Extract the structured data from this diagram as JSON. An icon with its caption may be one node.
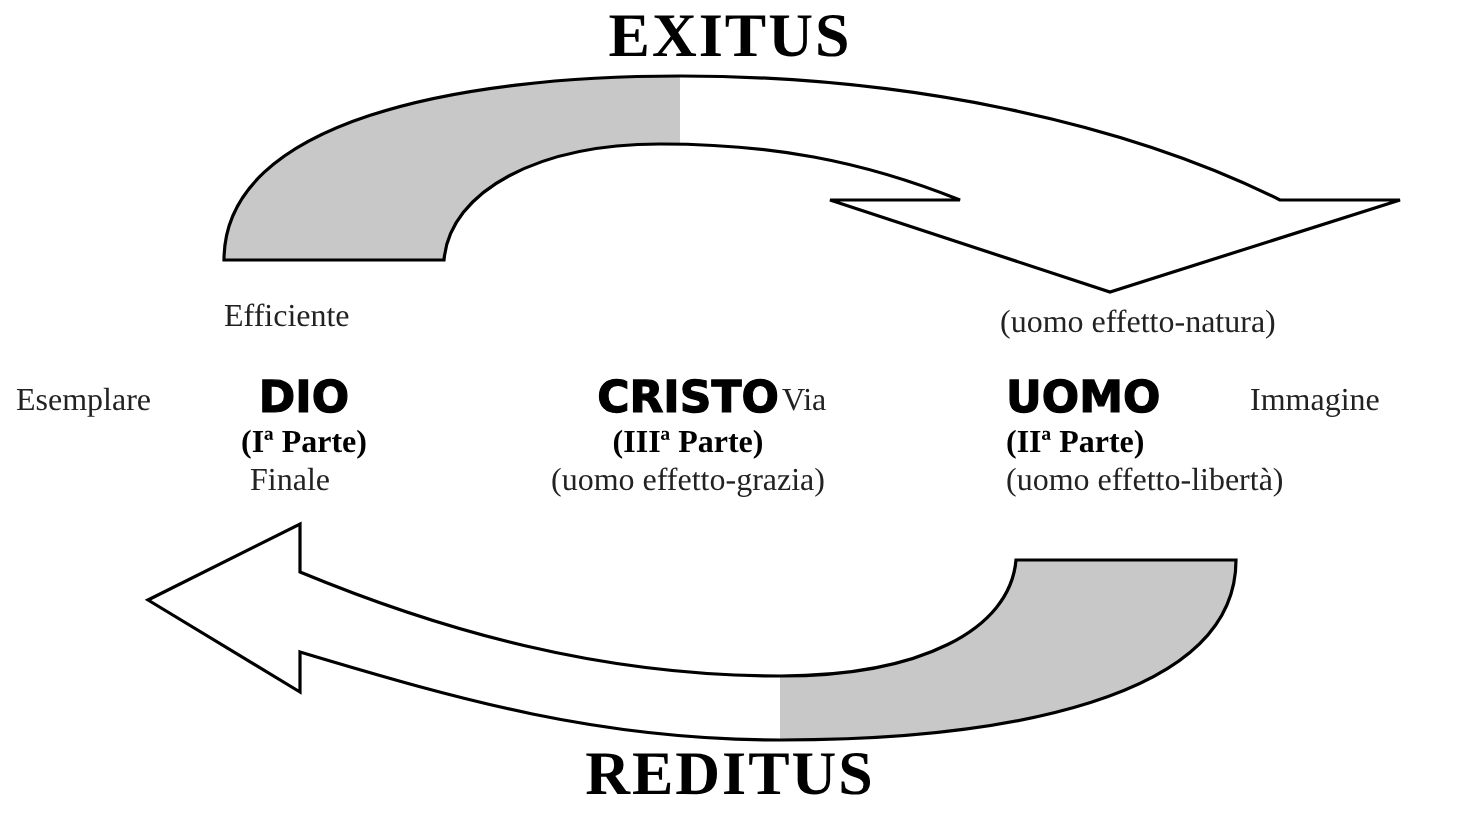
{
  "diagram": {
    "nodes": [
      {
        "text": [
          "DIO",
          "(Iª Parte)"
        ],
        "beside": [
          "Efficiente",
          "Esemplare",
          "Finale"
        ]
      },
      {
        "text": [
          "CRISTO",
          "(IIIª Parte)",
          "(uomo effetto-grazia)"
        ],
        "beside": [
          "Via"
        ]
      },
      {
        "text": [
          "UOMO",
          "(IIª Parte)",
          "(uomo effetto-libertà)"
        ],
        "beside": [
          "(uomo effetto-natura)",
          "Immagine"
        ]
      }
    ],
    "edges": [
      {
        "from": 0,
        "to": 2,
        "arrow": "to",
        "label": "EXITUS"
      },
      {
        "from": 2,
        "to": 0,
        "arrow": "to",
        "label": "REDITUS"
      }
    ]
  }
}
